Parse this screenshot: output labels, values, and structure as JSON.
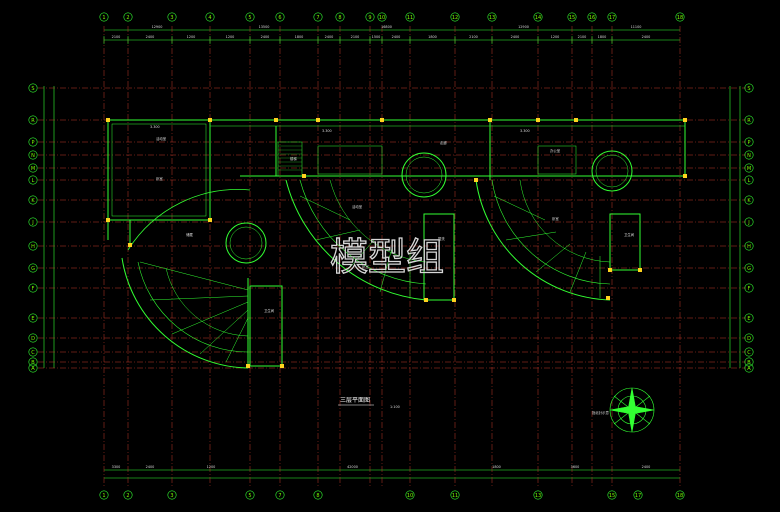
{
  "drawing": {
    "title": "三层平面图",
    "scale": "1:100",
    "watermark": "模型组",
    "north_note": "指北针示意",
    "grid_top": [
      "1",
      "2",
      "3",
      "4",
      "5",
      "6",
      "7",
      "8",
      "9",
      "10",
      "11",
      "12",
      "13",
      "14",
      "15",
      "16",
      "17",
      "18"
    ],
    "grid_bottom": [
      "1",
      "2",
      "3",
      "5",
      "7",
      "8",
      "10",
      "11",
      "13",
      "15",
      "17",
      "18"
    ],
    "grid_left": [
      "S",
      "R",
      "P",
      "N",
      "M",
      "L",
      "K",
      "J",
      "H",
      "G",
      "F",
      "E",
      "D",
      "C",
      "B",
      "A"
    ],
    "grid_right": [
      "S",
      "R",
      "P",
      "N",
      "M",
      "L",
      "K",
      "J",
      "H",
      "G",
      "F",
      "E",
      "D",
      "C",
      "B",
      "A"
    ],
    "top_dims_a": [
      "2100",
      "2400",
      "1200",
      "1200",
      "2400",
      "1800",
      "2400",
      "2100",
      "1500",
      "2400",
      "1800",
      "2100",
      "2400",
      "1200",
      "2100",
      "1800",
      "2400"
    ],
    "top_dims_b": [
      "12900",
      "13500",
      "16800",
      "12900",
      "11100"
    ],
    "bottom_dims": [
      "3300",
      "2400",
      "1200",
      "42000",
      "1800",
      "3600",
      "2400"
    ],
    "room_labels": [
      "活动室",
      "卧室",
      "卫生间",
      "楼梯",
      "活动室",
      "卧室",
      "盥洗",
      "走廊",
      "办公室",
      "卧室",
      "卫生间",
      "储藏"
    ],
    "notes": [
      "3.300",
      "3.300",
      "3.300"
    ]
  },
  "colors": {
    "grid": "#c0392b",
    "wall": "#32ff32",
    "column": "#ffd21e",
    "dim": "#32ff32",
    "text": "#dcdcdc"
  }
}
